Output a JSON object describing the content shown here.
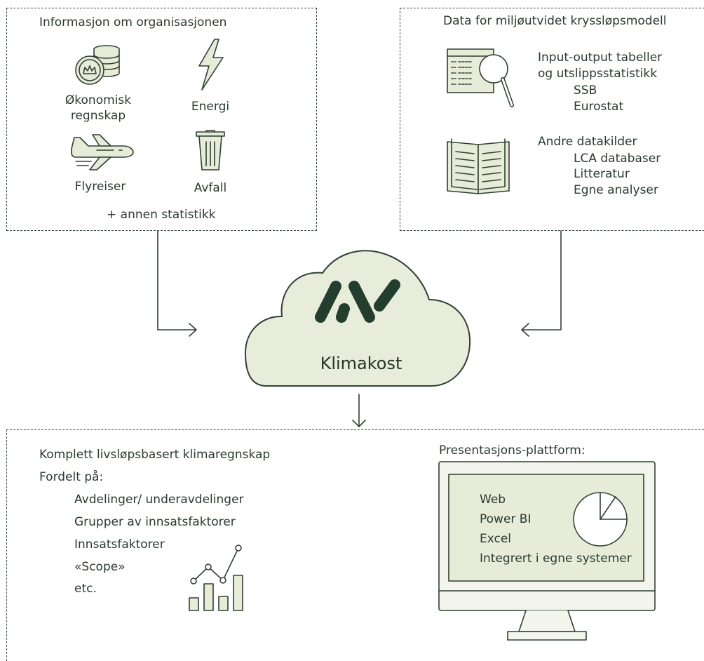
{
  "org_box": {
    "title": "Informasjon om organisasjonen",
    "items": {
      "accounting": "Økonomisk\nregnskap",
      "energy": "Energi",
      "flights": "Flyreiser",
      "waste": "Avfall"
    },
    "more": "+ annen statistikk"
  },
  "data_box": {
    "title": "Data for miljøutvidet kryssløpsmodell",
    "io_heading_1": "Input-output  tabeller",
    "io_heading_2": "og utslippsstatistikk",
    "io_sources": [
      "SSB",
      "Eurostat"
    ],
    "other_heading": "Andre datakilder",
    "other_sources": [
      "LCA databaser",
      "Litteratur",
      "Egne analyser"
    ]
  },
  "cloud": {
    "label": "Klimakost"
  },
  "output_box": {
    "heading": "Komplett livsløpsbasert klimaregnskap",
    "subheading": "Fordelt på:",
    "items": [
      "Avdelinger/ underavdelinger",
      "Grupper av innsatsfaktorer",
      "Innsatsfaktorer",
      "«Scope»",
      "etc."
    ],
    "platform_title": "Presentasjons-plattform:",
    "platforms": [
      "Web",
      "Power BI",
      "Excel",
      "Integrert i egne systemer"
    ]
  },
  "colors": {
    "ink": "#2f4034",
    "fill": "#e6ecd8",
    "logo": "#233d2e"
  }
}
